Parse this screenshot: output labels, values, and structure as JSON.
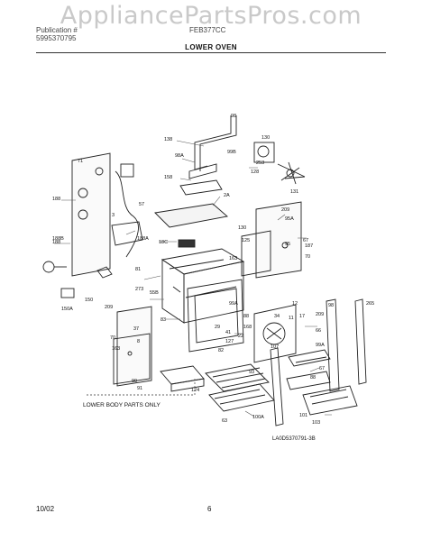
{
  "watermark": "AppliancePartsPros.com",
  "header": {
    "line1_left": "Publication #",
    "line2_left": "5995370795",
    "line1_right": "FEB377CC",
    "section_title": "LOWER OVEN"
  },
  "diagram": {
    "callouts": [
      "98",
      "138",
      "99B",
      "98A",
      "158",
      "2A",
      "130",
      "131",
      "128",
      "253",
      "71",
      "188",
      "188B",
      "3",
      "57",
      "188",
      "188A",
      "18C",
      "209",
      "130",
      "125",
      "95",
      "95A",
      "187",
      "67",
      "163",
      "70",
      "81",
      "273",
      "150",
      "150A",
      "55B",
      "209",
      "37",
      "8",
      "83",
      "99A",
      "98",
      "12",
      "34",
      "11",
      "17",
      "209",
      "88",
      "29",
      "41",
      "127",
      "22",
      "70",
      "163",
      "168",
      "66",
      "107",
      "99A",
      "88",
      "265",
      "93",
      "82",
      "99",
      "91",
      "67",
      "63",
      "124",
      "100A",
      "101",
      "103"
    ],
    "lower_body_note": "LOWER BODY PARTS ONLY",
    "drawing_id": "LA0D5370791-3B"
  },
  "footer": {
    "date": "10/02",
    "page": "6"
  }
}
